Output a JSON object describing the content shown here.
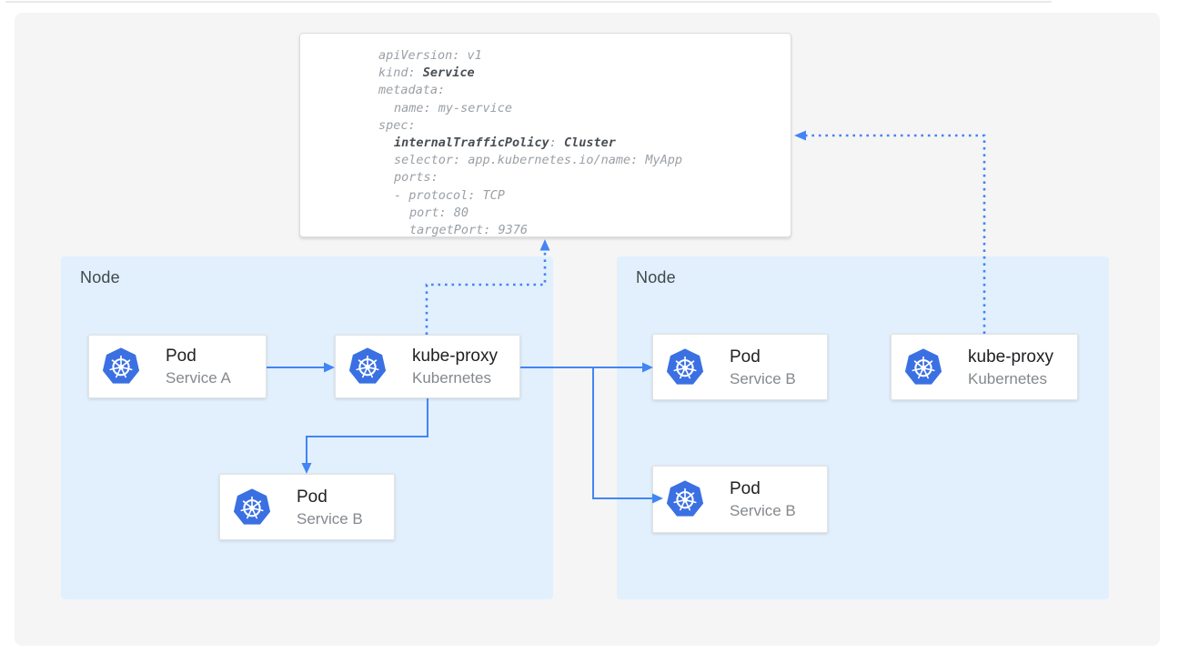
{
  "code_panel": {
    "lines": [
      {
        "indent": 0,
        "segments": [
          {
            "text": "apiVersion: v1",
            "bold": false
          }
        ]
      },
      {
        "indent": 0,
        "segments": [
          {
            "text": "kind: ",
            "bold": false
          },
          {
            "text": "Service",
            "bold": true
          }
        ]
      },
      {
        "indent": 0,
        "segments": [
          {
            "text": "metadata:",
            "bold": false
          }
        ]
      },
      {
        "indent": 1,
        "segments": [
          {
            "text": "name: my-service",
            "bold": false
          }
        ]
      },
      {
        "indent": 0,
        "segments": [
          {
            "text": "spec:",
            "bold": false
          }
        ]
      },
      {
        "indent": 1,
        "segments": [
          {
            "text": "internalTrafficPolicy",
            "bold": true
          },
          {
            "text": ": ",
            "bold": false
          },
          {
            "text": "Cluster",
            "bold": true
          }
        ]
      },
      {
        "indent": 1,
        "segments": [
          {
            "text": "selector: app.kubernetes.io/name: MyApp",
            "bold": false
          }
        ]
      },
      {
        "indent": 1,
        "segments": [
          {
            "text": "ports:",
            "bold": false
          }
        ]
      },
      {
        "indent": 1,
        "segments": [
          {
            "text": "- protocol: TCP",
            "bold": false
          }
        ]
      },
      {
        "indent": 2,
        "segments": [
          {
            "text": "port: 80",
            "bold": false
          }
        ]
      },
      {
        "indent": 2,
        "segments": [
          {
            "text": "targetPort: 9376",
            "bold": false
          }
        ]
      }
    ]
  },
  "nodes": {
    "left": {
      "label": "Node",
      "cards": {
        "pod_a": {
          "title": "Pod",
          "subtitle": "Service A",
          "icon": "kubernetes-icon"
        },
        "kube_proxy": {
          "title": "kube-proxy",
          "subtitle": "Kubernetes",
          "icon": "kubernetes-icon"
        },
        "pod_b": {
          "title": "Pod",
          "subtitle": "Service B",
          "icon": "kubernetes-icon"
        }
      }
    },
    "right": {
      "label": "Node",
      "cards": {
        "pod_top": {
          "title": "Pod",
          "subtitle": "Service B",
          "icon": "kubernetes-icon"
        },
        "pod_bottom": {
          "title": "Pod",
          "subtitle": "Service B",
          "icon": "kubernetes-icon"
        },
        "kube_proxy": {
          "title": "kube-proxy",
          "subtitle": "Kubernetes",
          "icon": "kubernetes-icon"
        }
      }
    }
  },
  "colors": {
    "arrow_blue": "#4285f4",
    "k8s_blue": "#3a70e2",
    "node_bg": "#e2f0fd",
    "canvas_bg": "#f5f5f5",
    "code_text": "#9aa0a6",
    "code_bold": "#494e53"
  }
}
